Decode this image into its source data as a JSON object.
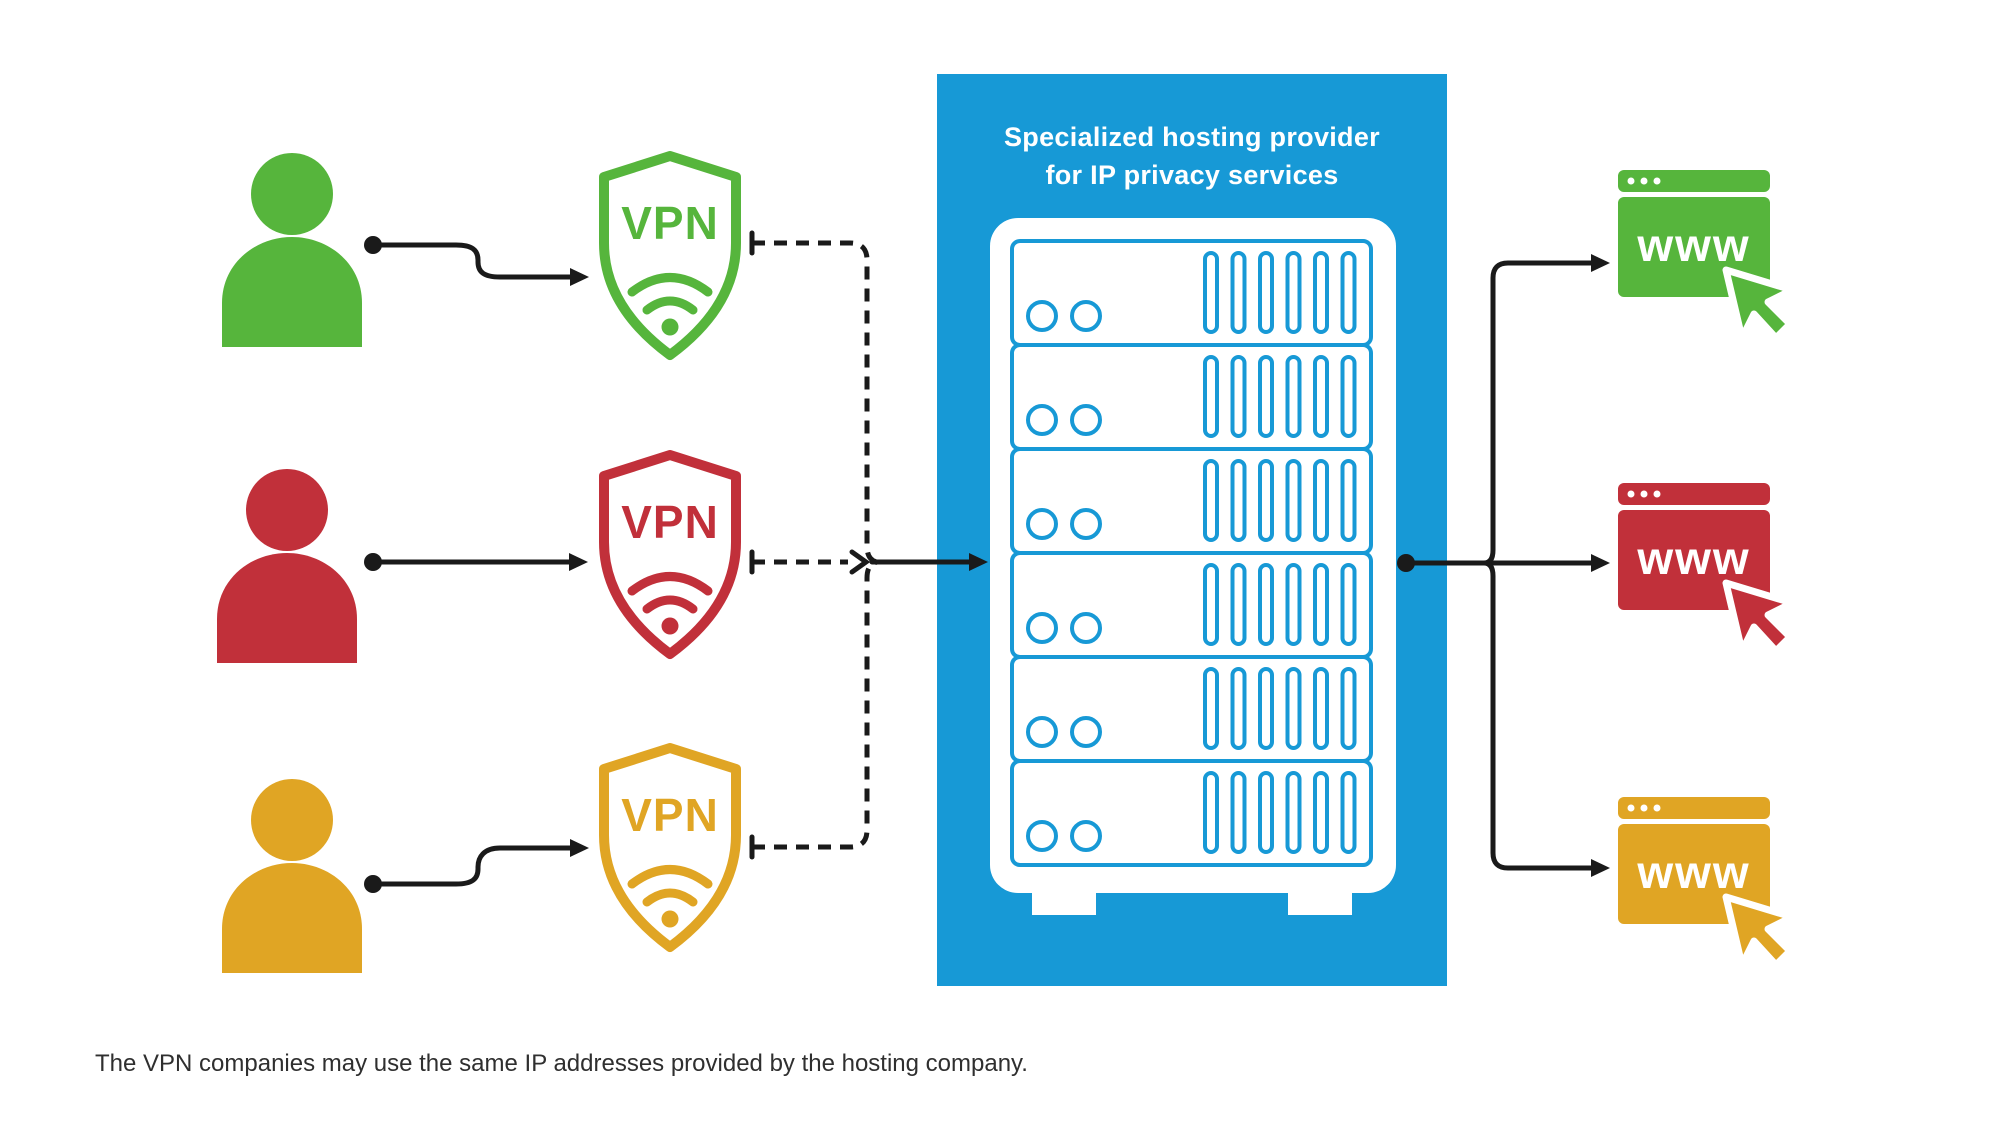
{
  "labels": {
    "vpn": "VPN",
    "www": "www"
  },
  "host_box": {
    "title_line1": "Specialized hosting provider",
    "title_line2": "for IP privacy services",
    "server_count": 6,
    "bg_color": "#1799D6"
  },
  "rows": [
    {
      "name": "green",
      "color": "#56B53C"
    },
    {
      "name": "red",
      "color": "#C1303A"
    },
    {
      "name": "yellow",
      "color": "#E0A524"
    }
  ],
  "caption": "The VPN companies may use the same IP addresses provided by the hosting company.",
  "colors": {
    "line": "#1A1A1A",
    "background": "#FFFFFF"
  }
}
